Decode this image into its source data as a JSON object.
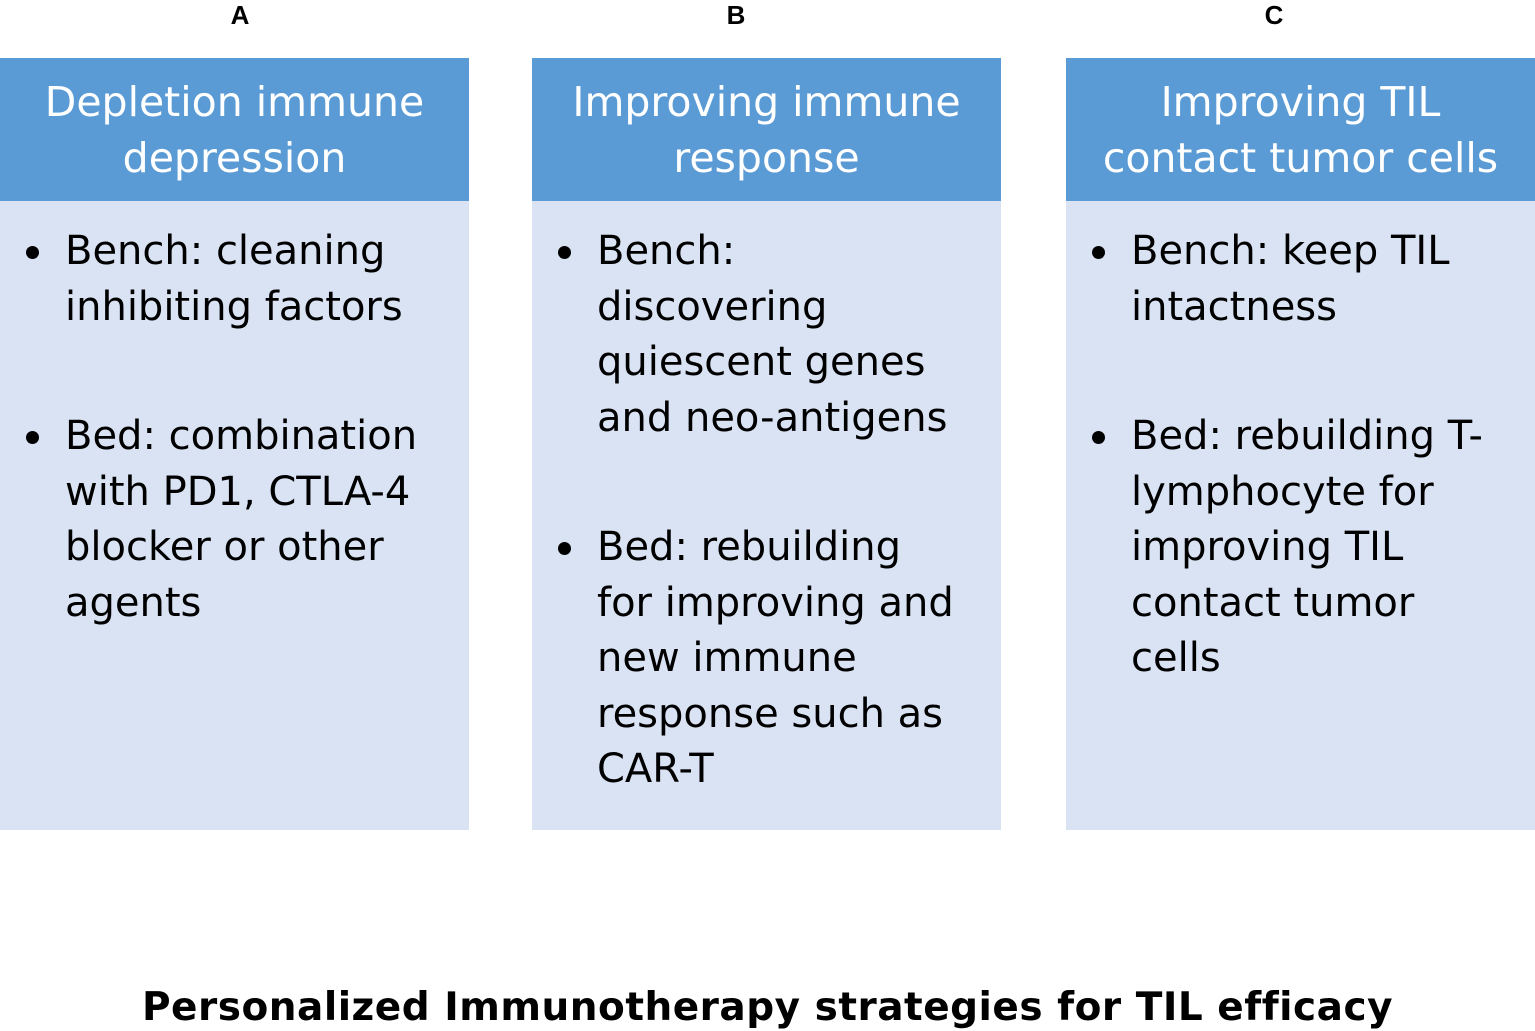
{
  "colors": {
    "header_fill": "#5b9bd5",
    "body_fill": "#dae3f3",
    "header_text": "#ffffff",
    "body_text": "#000000"
  },
  "panels": [
    {
      "letter": "A",
      "header": "Depletion immune\ndepression",
      "bullets": [
        "Bench: cleaning\ninhibiting factors",
        "Bed: combination\nwith PD1, CTLA-4\nblocker or other\nagents"
      ]
    },
    {
      "letter": "B",
      "header": "Improving immune\nresponse",
      "bullets": [
        "Bench:\ndiscovering\nquiescent genes\nand neo-antigens",
        "Bed: rebuilding\nfor improving and\nnew immune\nresponse such as\nCAR-T"
      ]
    },
    {
      "letter": "C",
      "header": "Improving TIL\ncontact tumor cells",
      "bullets": [
        "Bench: keep TIL\nintactness",
        "Bed: rebuilding T-\nlymphocyte  for\nimproving TIL\ncontact tumor\ncells"
      ]
    }
  ],
  "footer": {
    "title": "Personalized Immunotherapy strategies for TIL efficacy"
  }
}
